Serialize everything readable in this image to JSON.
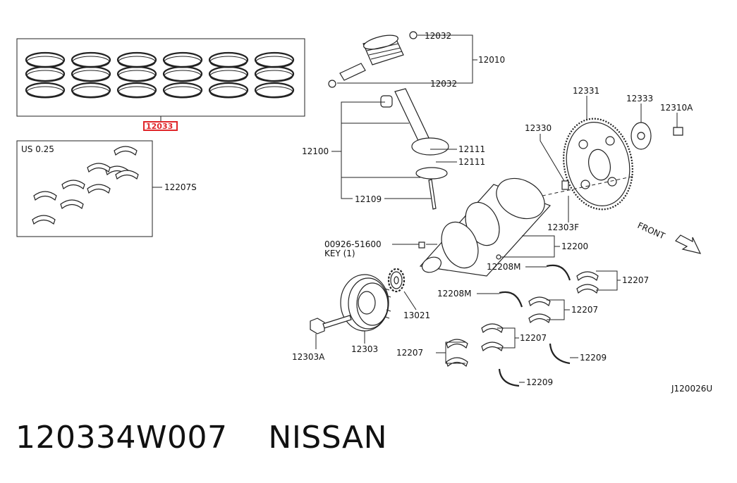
{
  "labels": {
    "ring_set": "12033",
    "undersize": "US 0.25",
    "bearing_set": "12207S",
    "snap_ring_top": "12032",
    "piston": "12010",
    "snap_ring_bottom": "12032",
    "conrod": "12100",
    "bearing_a": "12111",
    "bearing_b": "12111",
    "bolt": "12109",
    "flywheel": "12331",
    "pilot": "12330",
    "plate": "12333",
    "flywheel_bolt": "12310A",
    "dowel": "12303F",
    "key_part": "00926-51600",
    "key_qty": "KEY (1)",
    "crankshaft": "12200",
    "thrust_a": "12208M",
    "thrust_b": "12208M",
    "main_bearing_r1": "12207",
    "main_bearing_r2": "12207",
    "main_bearing_r3": "12207",
    "main_bearing_l": "12207",
    "sprocket": "13021",
    "pulley": "12303",
    "pulley_bolt": "12303A",
    "seal_a": "12209",
    "seal_b": "12209",
    "front": "FRONT",
    "diagram_code": "J120026U"
  },
  "footer": {
    "part_number": "120334W007",
    "brand": "NISSAN"
  }
}
